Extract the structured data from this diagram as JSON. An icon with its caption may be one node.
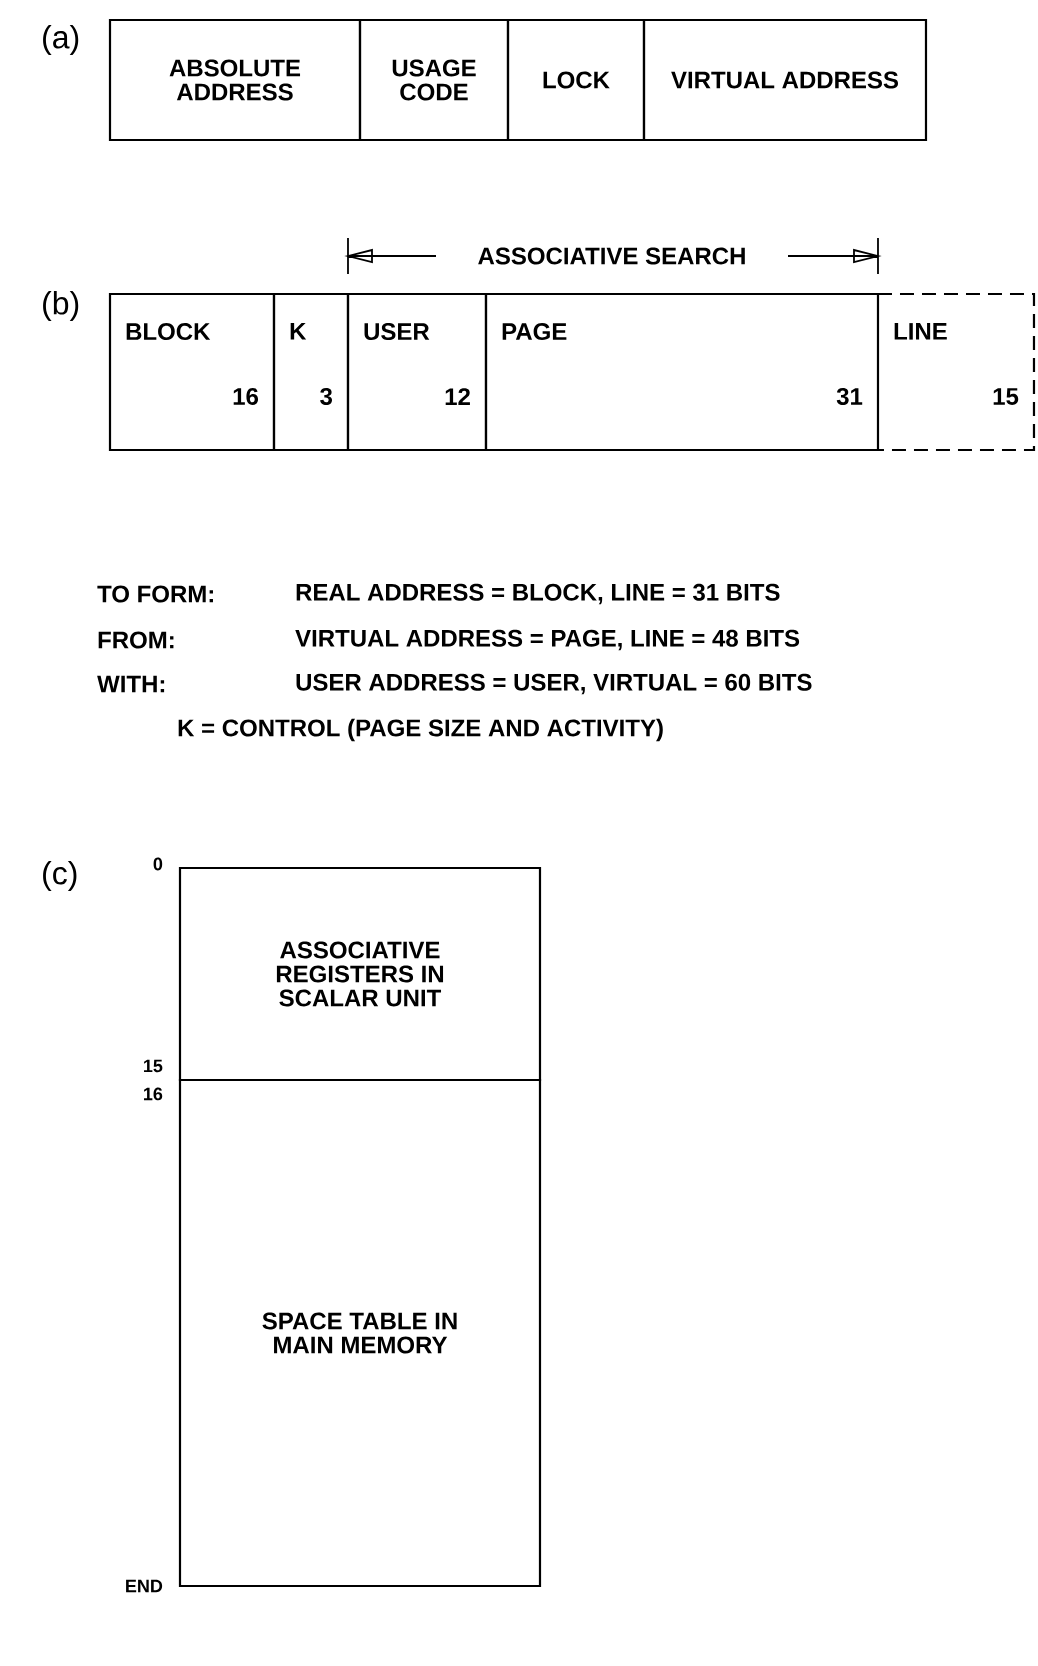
{
  "diagram": {
    "nodes": [
      {
        "text": [
          "ABSOLUTE ADDRESS"
        ]
      },
      {
        "text": [
          "USAGE CODE"
        ]
      },
      {
        "text": [
          "LOCK"
        ]
      },
      {
        "text": [
          "VIRTUAL ADDRESS"
        ]
      },
      {
        "text": [
          "BLOCK",
          "16"
        ]
      },
      {
        "text": [
          "K",
          "3"
        ]
      },
      {
        "text": [
          "USER",
          "12"
        ]
      },
      {
        "text": [
          "PAGE",
          "31"
        ]
      },
      {
        "text": [
          "LINE",
          "15"
        ]
      },
      {
        "text": [
          "ASSOCIATIVE REGISTERS IN SCALAR UNIT"
        ]
      },
      {
        "text": [
          "SPACE TABLE IN MAIN MEMORY"
        ]
      }
    ],
    "labels": [
      "(a)",
      "ASSOCIATIVE SEARCH",
      "(b)",
      "TO FORM:",
      "REAL ADDRESS = BLOCK, LINE = 31 BITS",
      "FROM:",
      "VIRTUAL ADDRESS = PAGE, LINE = 48 BITS",
      "WITH:",
      "USER ADDRESS = USER, VIRTUAL = 60 BITS",
      "K = CONTROL (PAGE SIZE AND ACTIVITY)",
      "(c)",
      "0",
      "15",
      "16",
      "END"
    ]
  }
}
